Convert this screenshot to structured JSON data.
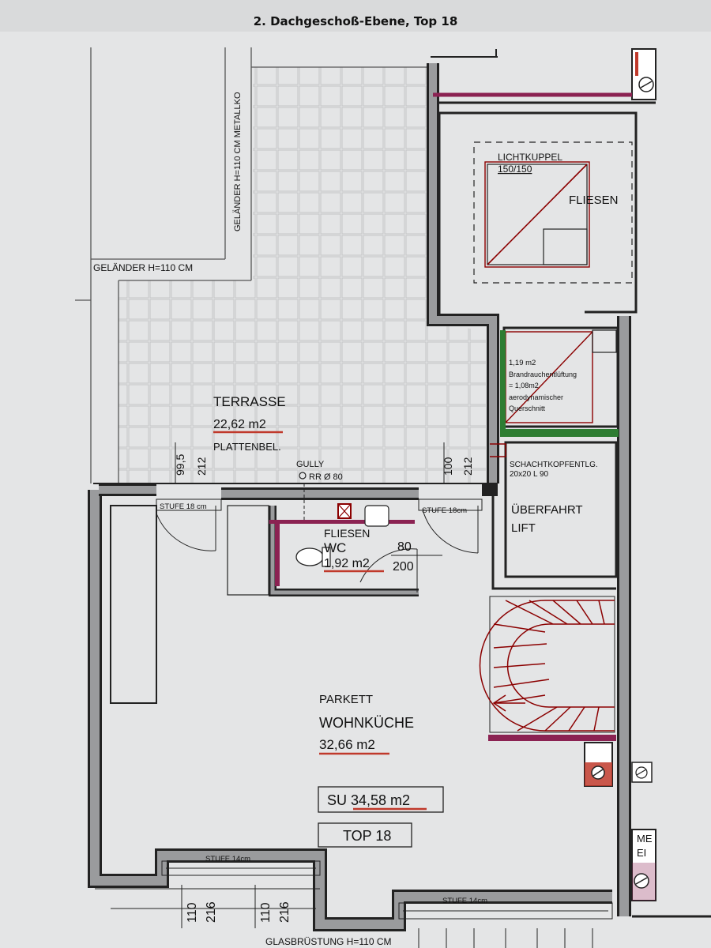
{
  "header": {
    "title": "2. Dachgeschoß-Ebene, Top 18"
  },
  "labels": {
    "railing_metal": "GELÄNDER H=110 CM METALLKO",
    "railing_left": "GELÄNDER H=110 CM",
    "skylight_title": "LICHTKUPPEL",
    "skylight_size": "150/150",
    "skylight_floor": "FLIESEN",
    "smoke_area": "1,19 m2",
    "smoke_line1": "Brandrauchentlüftung",
    "smoke_line2": "= 1,08m2",
    "smoke_line3": "aerodynamischer",
    "smoke_line4": "Querschnitt",
    "terrace_name": "TERRASSE",
    "terrace_area": "22,62 m2",
    "terrace_floor": "PLATTENBEL.",
    "gully": "GULLY",
    "gully_pipe": "RR Ø 80",
    "door_left_w": "99,5",
    "door_left_h": "212",
    "door_right_w": "100",
    "door_right_h": "212",
    "step_left": "STUFE 18 cm",
    "step_right": "STUFE 18cm",
    "shaft_head": "SCHACHTKOPFENTLG.",
    "shaft_size": "20x20  L 90",
    "lift_line1": "ÜBERFAHRT",
    "lift_line2": "LIFT",
    "wc_floor": "FLIESEN",
    "wc_name": "WC",
    "wc_area": "1,92 m2",
    "wc_door_w": "80",
    "wc_door_h": "200",
    "main_floor": "PARKETT",
    "main_name": "WOHNKÜCHE",
    "main_area": "32,66 m2",
    "su_area": "SU 34,58 m2",
    "unit": "TOP 18",
    "step_bottom1": "STUFE 14cm",
    "step_bottom2": "STUFE 14cm",
    "win1_w": "110",
    "win1_h": "216",
    "win2_w": "110",
    "win2_h": "216",
    "glass_railing": "GLASBRÜSTUNG H=110 CM",
    "edge_fragment_1": "ME",
    "edge_fragment_2": "EI"
  }
}
